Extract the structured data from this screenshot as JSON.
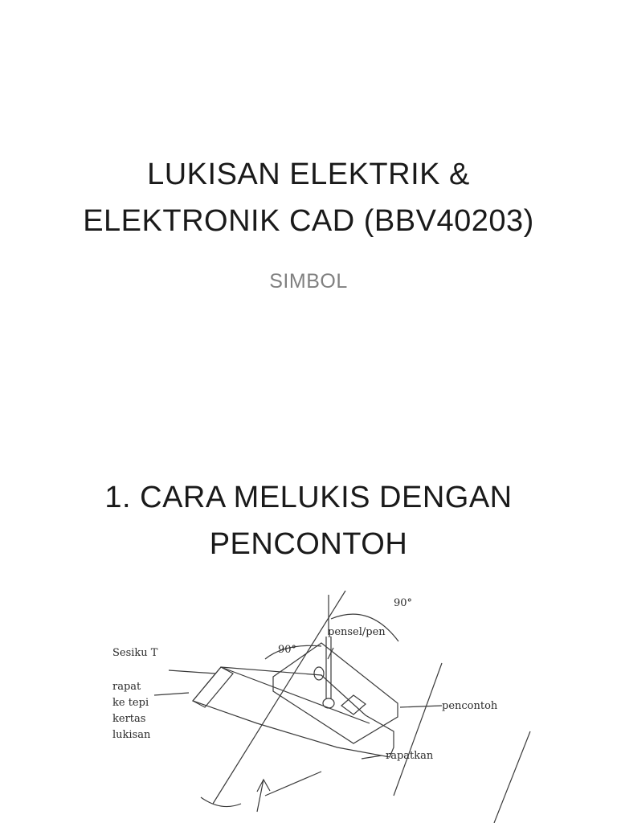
{
  "slide1": {
    "title_line1": "LUKISAN ELEKTRIK &",
    "title_line2": "ELEKTRONIK CAD (BBV40203)",
    "subtitle": "SIMBOL"
  },
  "slide2": {
    "heading_line1": "1. CARA MELUKIS DENGAN",
    "heading_line2": "PENCONTOH",
    "figure_labels": {
      "tsquare": "Sesiku T",
      "edge_line1": "rapat",
      "edge_line2": "ke tepi",
      "edge_line3": "kertas",
      "edge_line4": "lukisan",
      "angle_top": "90°",
      "angle_mid": "90°",
      "pencil": "pensel/pen",
      "template": "pencontoh",
      "press": "rapatkan"
    }
  }
}
